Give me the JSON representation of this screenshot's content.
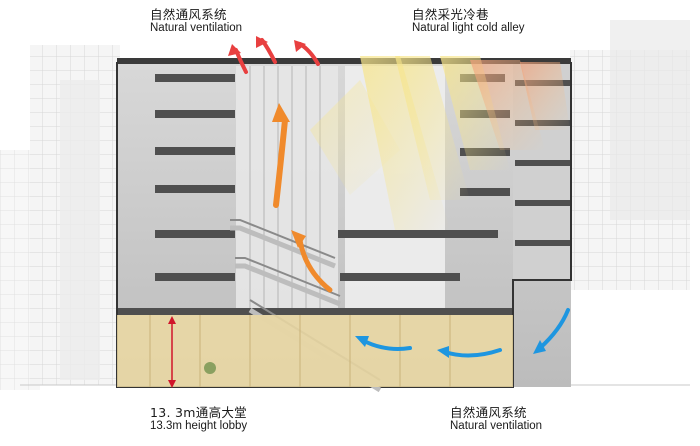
{
  "labels": {
    "top_left": {
      "cn": "自然通风系统",
      "en": "Natural ventilation"
    },
    "top_right": {
      "cn": "自然采光冷巷",
      "en": "Natural light cold alley"
    },
    "bottom_left": {
      "cn": "13. 3m通高大堂",
      "en": "13.3m height lobby"
    },
    "bottom_right": {
      "cn": "自然通风系统",
      "en": "Natural ventilation"
    }
  },
  "colors": {
    "ventilation_orange": "#f08a2c",
    "ventilation_red": "#e84040",
    "ventilation_blue": "#1e96e0",
    "lobby_fill": "#ecd9a2",
    "lobby_marker": "#d0152a",
    "light_rays": "#f2dd7a",
    "slab": "#555555"
  }
}
